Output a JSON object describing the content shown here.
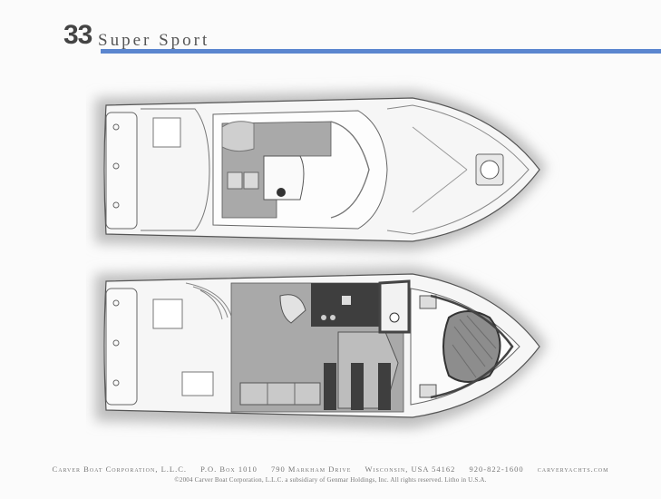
{
  "header": {
    "model_number": "33",
    "model_name": "Super Sport",
    "rule_color": "#5b86cf"
  },
  "plans": {
    "top_view": "deck-plan",
    "bottom_view": "cabin-plan",
    "hull_fill": "#f6f6f6",
    "shadow_color": "#c4c4c4",
    "interior_gray": "#a9a9a9",
    "dark_gray": "#3e3e3e"
  },
  "footer": {
    "company": "Carver Boat Corporation, L.L.C.",
    "po_box": "P.O. Box 1010",
    "street": "790 Markham Drive",
    "state": "Wisconsin, USA 54162",
    "phone": "920-822-1600",
    "website": "carveryachts.com",
    "copyright": "©2004 Carver Boat Corporation, L.L.C. a subsidiary of Genmar Holdings, Inc. All rights reserved. Litho in U.S.A."
  }
}
